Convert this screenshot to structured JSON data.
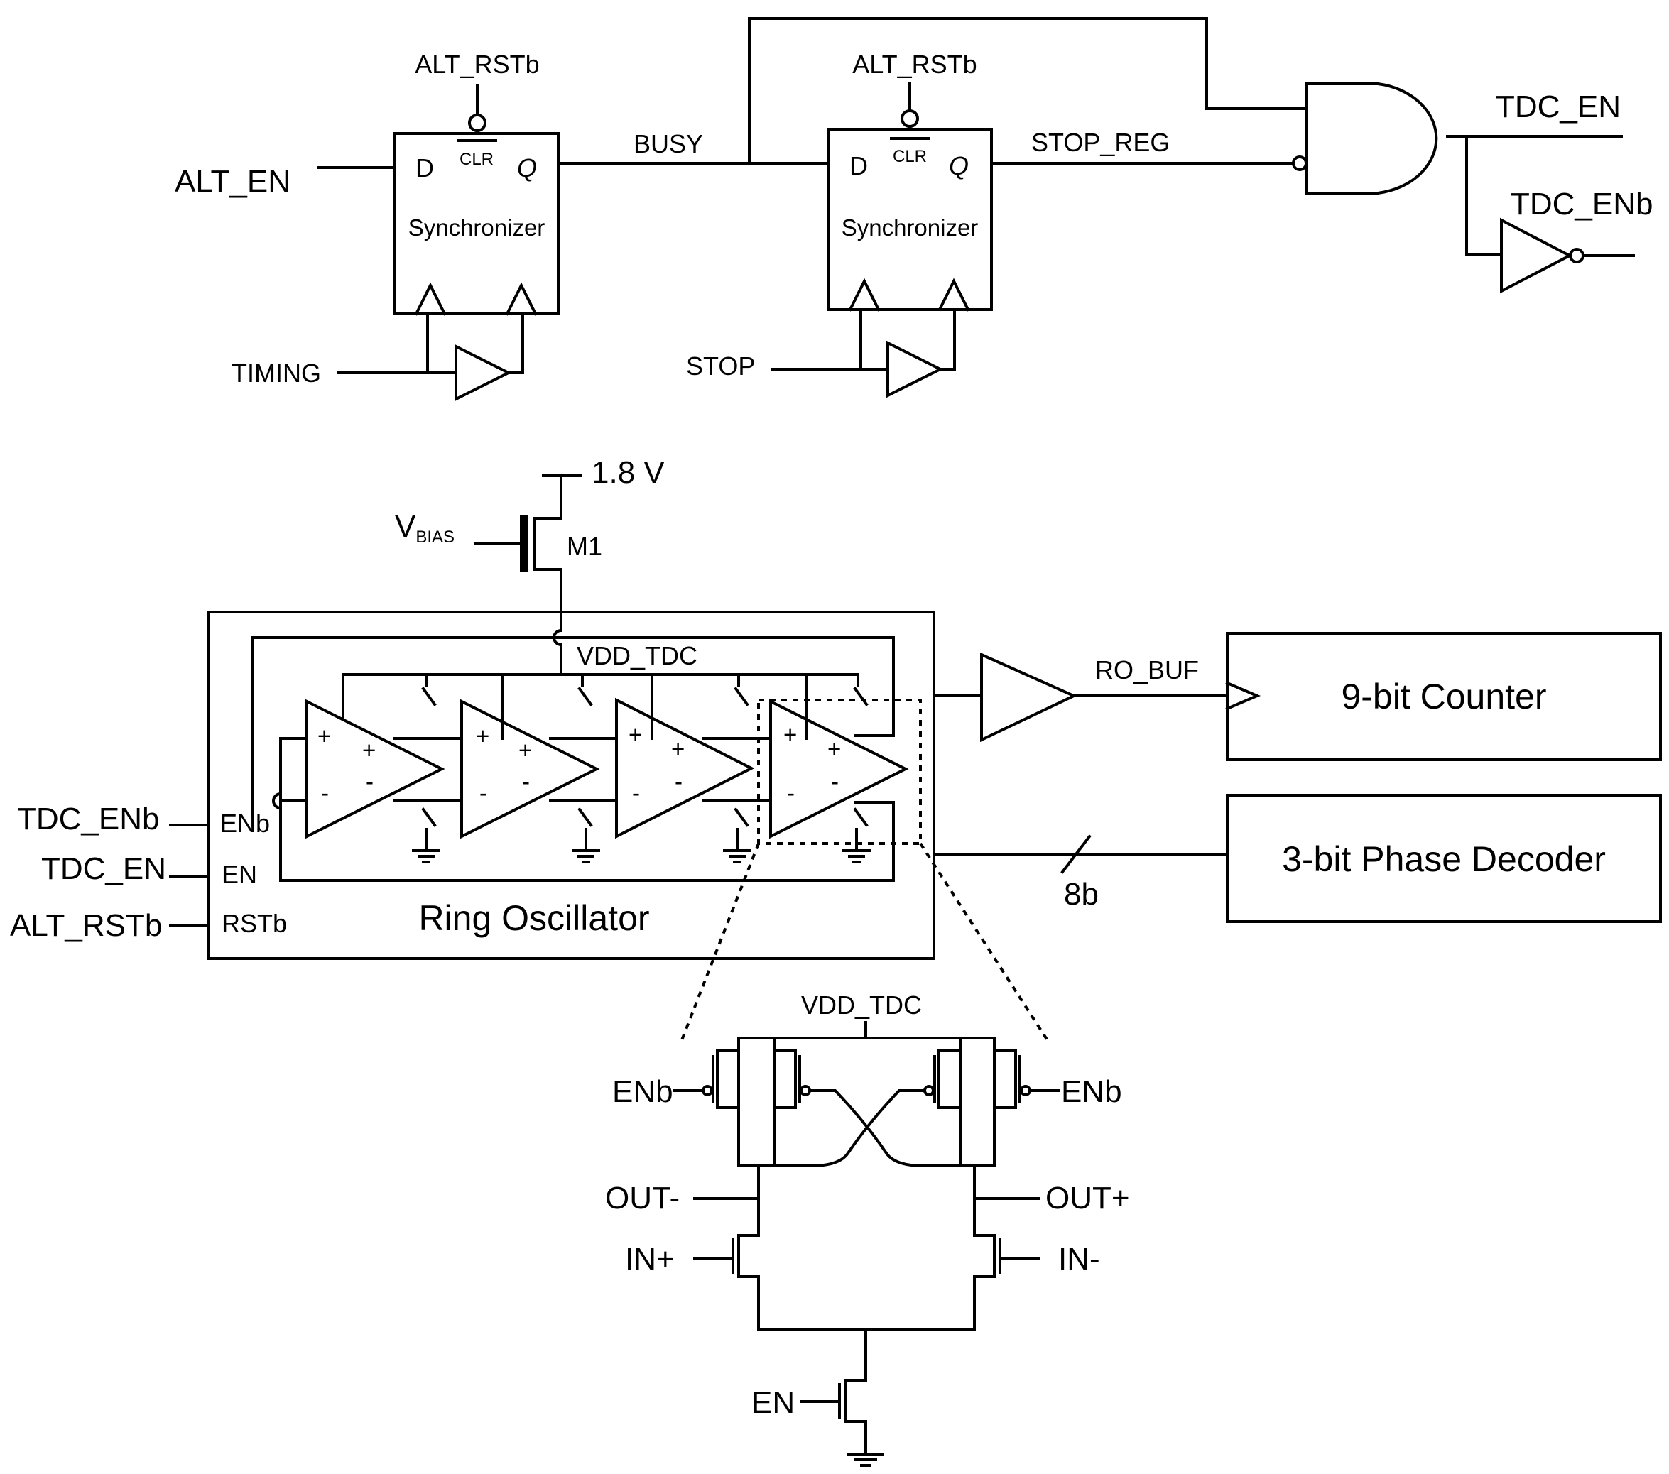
{
  "sync1": {
    "rst": "ALT_RSTb",
    "input": "ALT_EN",
    "d": "D",
    "clr": "CLR",
    "q": "Q",
    "name": "Synchronizer",
    "clock": "TIMING"
  },
  "sync2": {
    "rst": "ALT_RSTb",
    "d": "D",
    "clr": "CLR",
    "q": "Q",
    "name": "Synchronizer",
    "clock": "STOP"
  },
  "nets": {
    "busy": "BUSY",
    "stop_reg": "STOP_REG",
    "tdc_en": "TDC_EN",
    "tdc_enb": "TDC_ENb",
    "ro_buf": "RO_BUF",
    "bus_width": "8b",
    "vdd_tdc": "VDD_TDC",
    "supply": "1.8 V",
    "vbias_main": "V",
    "vbias_sub": "BIAS",
    "m1": "M1"
  },
  "ring": {
    "title": "Ring Oscillator",
    "ports": [
      "ENb",
      "EN",
      "RSTb"
    ],
    "inputs": [
      "TDC_ENb",
      "TDC_EN",
      "ALT_RSTb"
    ],
    "plus": "+",
    "minus": "-"
  },
  "blocks": {
    "counter": "9-bit Counter",
    "decoder": "3-bit Phase Decoder"
  },
  "cell": {
    "vdd": "VDD_TDC",
    "enb_left": "ENb",
    "enb_right": "ENb",
    "out_minus": "OUT-",
    "out_plus": "OUT+",
    "in_plus": "IN+",
    "in_minus": "IN-",
    "en": "EN"
  }
}
